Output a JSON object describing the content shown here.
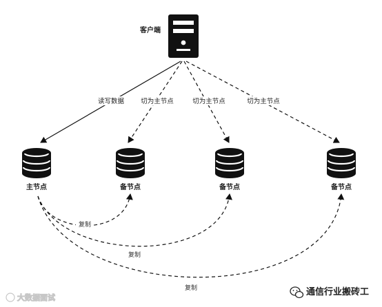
{
  "client": {
    "label": "客户端",
    "icon": "server-tower-icon"
  },
  "nodes": [
    {
      "label": "主节点",
      "icon": "database-icon"
    },
    {
      "label": "备节点",
      "icon": "database-icon"
    },
    {
      "label": "备节点",
      "icon": "database-icon"
    },
    {
      "label": "备节点",
      "icon": "database-icon"
    }
  ],
  "edges": [
    {
      "label": "读写数据",
      "style": "solid"
    },
    {
      "label": "切为主节点",
      "style": "dashed"
    },
    {
      "label": "切为主节点",
      "style": "dashed"
    },
    {
      "label": "切为主节点",
      "style": "dashed"
    }
  ],
  "replication": [
    {
      "label": "复制",
      "style": "dashed"
    },
    {
      "label": "复制",
      "style": "dashed"
    },
    {
      "label": "复制",
      "style": "dashed"
    }
  ],
  "watermarks": {
    "left_text": "大数据面试",
    "right_text": "通信行业搬砖工",
    "right_icon": "wechat-icon"
  },
  "colors": {
    "stroke": "#111111",
    "icon_fill": "#111111"
  }
}
